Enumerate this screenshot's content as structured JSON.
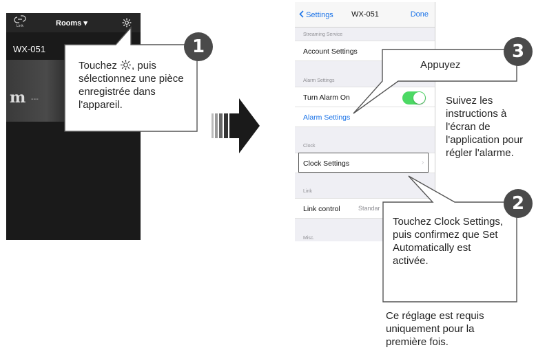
{
  "left_phone": {
    "link_label": "Link",
    "rooms_label": "Rooms ▾",
    "device_name": "WX-051",
    "tile_logo": "m",
    "tile_dash": "---"
  },
  "right_phone": {
    "back_label": "Settings",
    "title": "WX-051",
    "done_label": "Done",
    "sections": {
      "streaming": "Streaming Service",
      "alarm": "Alarm Settings",
      "clock": "Clock",
      "link": "Link",
      "misc": "Misc."
    },
    "rows": {
      "account_settings": "Account Settings",
      "turn_alarm_on": "Turn Alarm On",
      "alarm_settings": "Alarm Settings",
      "clock_settings": "Clock Settings",
      "link_control": "Link control",
      "link_control_value": "Standar"
    },
    "alarm_toggle_on": true,
    "chevron": "›"
  },
  "callouts": {
    "c1": {
      "number": "1",
      "text_before": "Touchez ",
      "text_after": ", puis sélectionnez une pièce enregistrée dans l'appareil."
    },
    "c2": {
      "number": "2",
      "text": "Touchez Clock Settings, puis confirmez que Set Automatically est activée."
    },
    "c3": {
      "number": "3",
      "text": "Appuyez"
    }
  },
  "notes": {
    "alarm_instructions": "Suivez les instructions à l'écran de l'application pour régler l'alarme.",
    "first_time": "Ce réglage est requis uniquement pour la première fois."
  },
  "colors": {
    "accent_blue": "#1a73e8",
    "toggle_green": "#4cd964",
    "badge": "#4a4a4a"
  },
  "icons": [
    "link-icon",
    "gear-icon",
    "chevron-left-icon",
    "chevron-right-icon",
    "arrow-right-icon"
  ]
}
